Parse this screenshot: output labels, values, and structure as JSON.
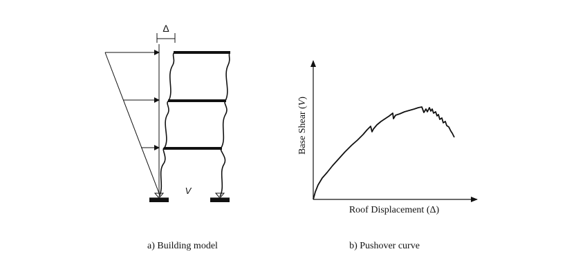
{
  "building_model": {
    "caption": "a) Building model",
    "displacement_symbol": "Δ",
    "base_shear_symbol": "V",
    "lateral_force_levels": 3,
    "stories": 3
  },
  "pushover_curve": {
    "caption": "b) Pushover curve",
    "y_axis_label_prefix": "Base Shear (",
    "y_axis_label_symbol": "V",
    "y_axis_label_suffix": ")",
    "x_axis_label": "Roof Displacement (Δ)"
  },
  "colors": {
    "line": "#111111",
    "background": "#ffffff"
  }
}
